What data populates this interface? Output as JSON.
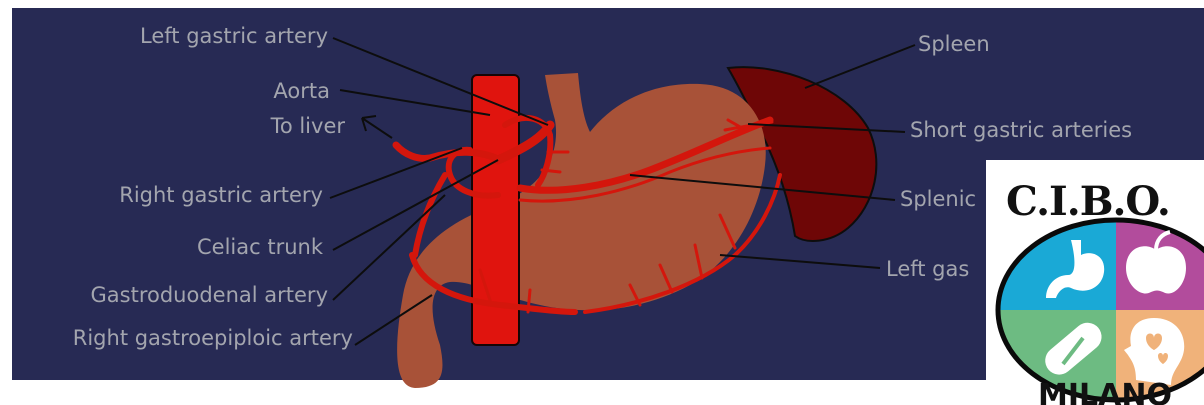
{
  "labels": {
    "left_gastric_artery": "Left gastric artery",
    "aorta": "Aorta",
    "to_liver": "To liver",
    "right_gastric_artery": "Right gastric artery",
    "celiac_trunk": "Celiac trunk",
    "gastroduodenal_artery": "Gastroduodenal artery",
    "right_gastroepiploic_artery": "Right gastroepiploic artery",
    "spleen": "Spleen",
    "short_gastric_arteries": "Short gastric arteries",
    "splenic": "Splenic",
    "left_gas": "Left gas"
  },
  "logo": {
    "title": "C.I.B.O.",
    "city": "MILANO",
    "quadrant_icons": [
      "stomach-icon",
      "apple-icon",
      "pill-icon",
      "head-heart-icon"
    ],
    "quadrant_colors": [
      "#1aa9d6",
      "#b24c9c",
      "#6dbb82",
      "#f0b27a"
    ]
  },
  "colors": {
    "background": "#272a54",
    "label_text": "#a3a5ae",
    "stomach": "#a85238",
    "aorta": "#e0140e",
    "arteries": "#d4160c",
    "spleen": "#6e0606"
  }
}
